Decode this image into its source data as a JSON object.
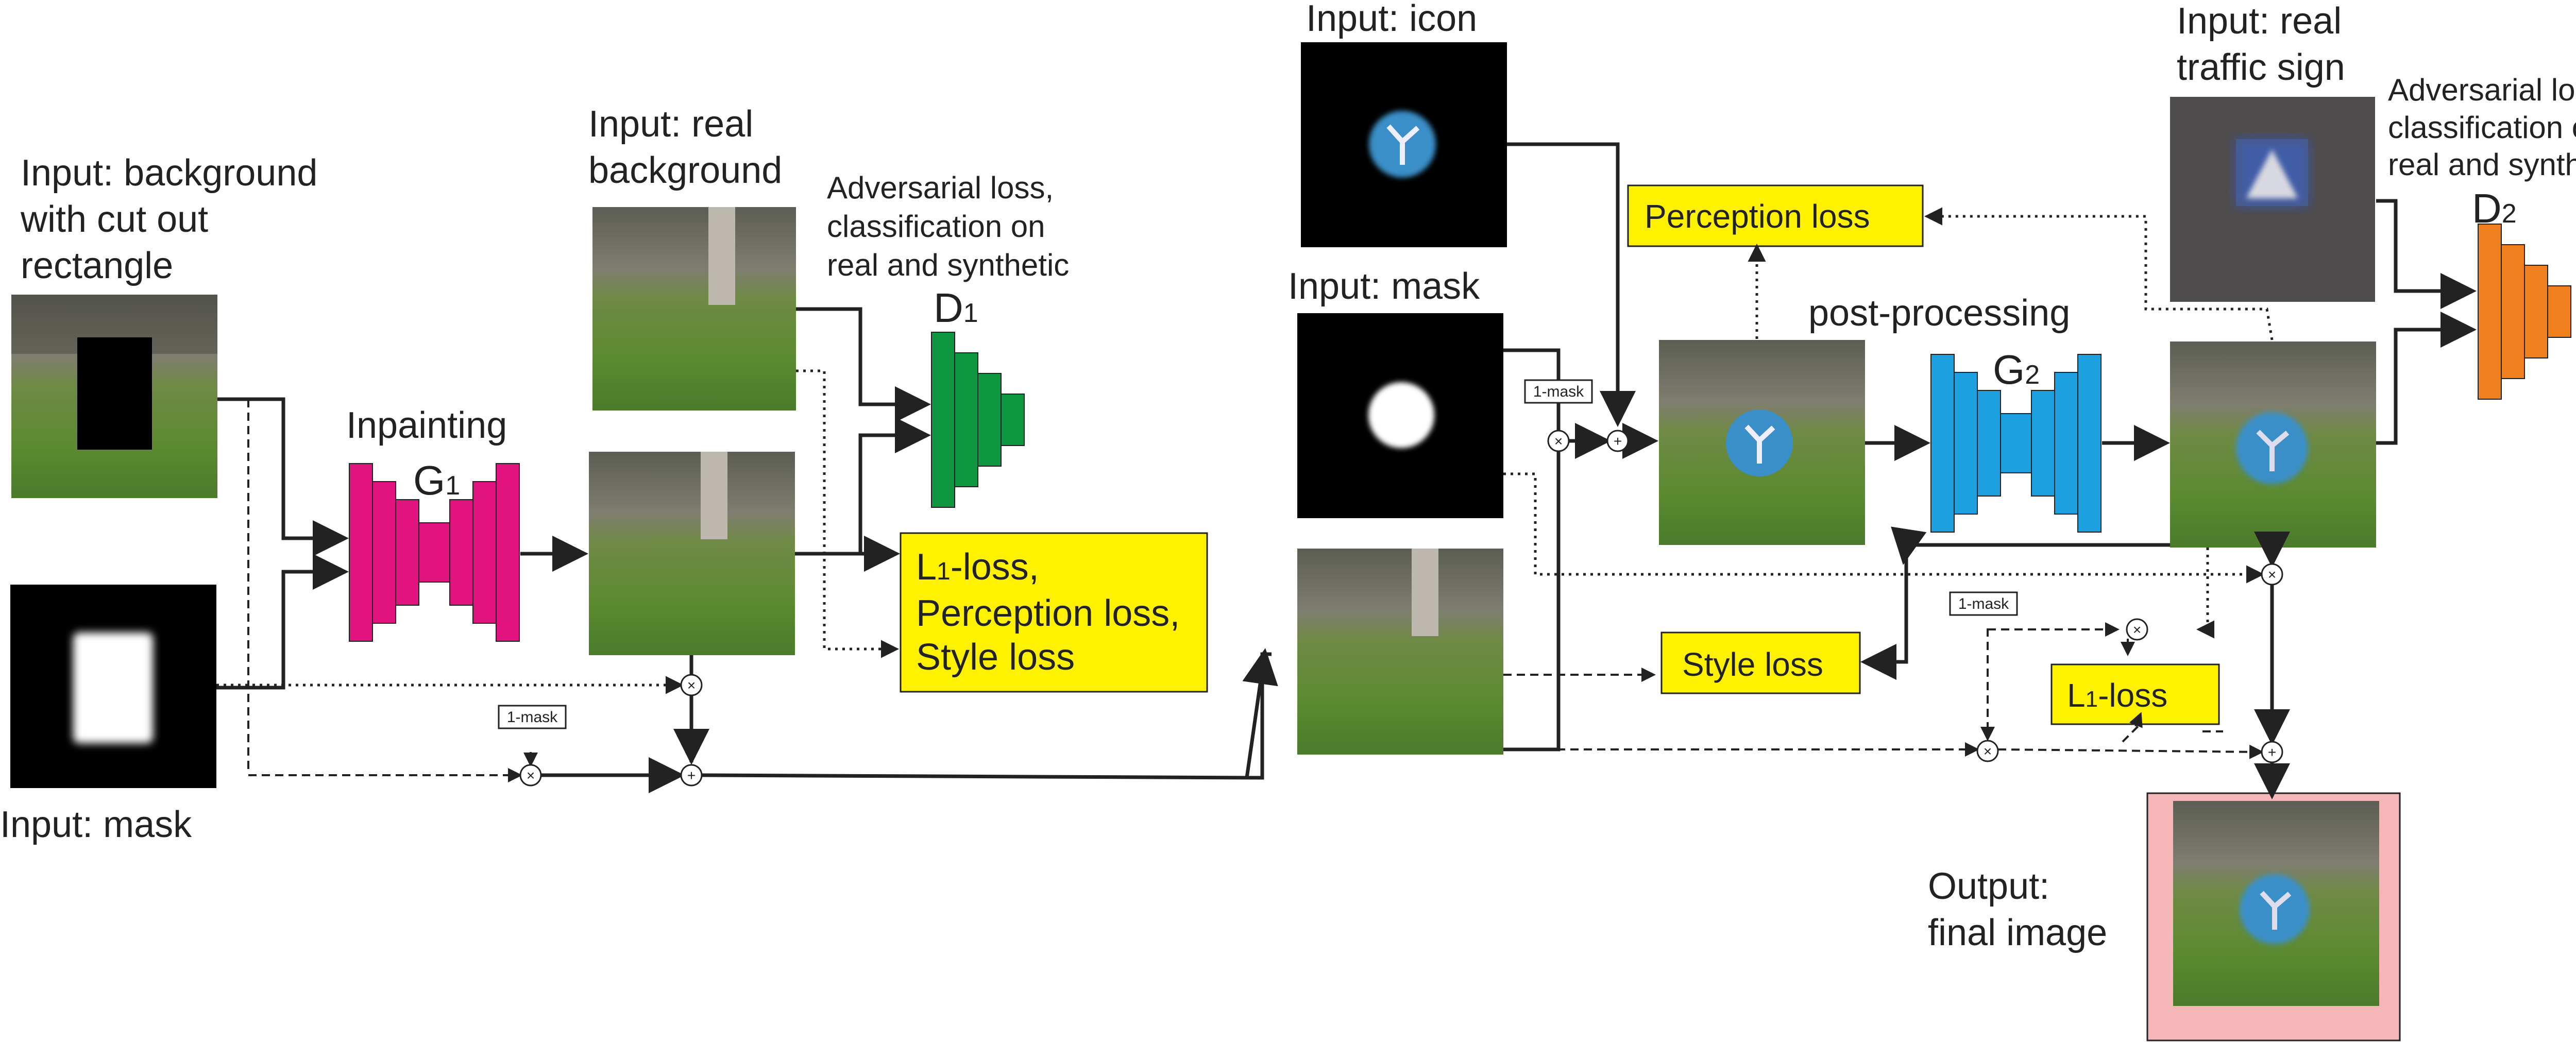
{
  "labels": {
    "input_background": [
      "Input: background",
      "with cut out",
      "rectangle"
    ],
    "input_mask_left": "Input: mask",
    "inpainting": "Inpainting",
    "input_real_background": [
      "Input: real",
      "background"
    ],
    "adv_loss_1": [
      "Adversarial loss,",
      "classification on",
      "real and synthetic"
    ],
    "input_icon": "Input: icon",
    "input_mask_mid": "Input: mask",
    "post_processing": "post-processing",
    "input_real_sign": [
      "Input: real",
      "traffic sign"
    ],
    "adv_loss_2": [
      "Adversarial loss,",
      "classification on",
      "real and synthetic"
    ],
    "output": [
      "Output:",
      "final image"
    ],
    "one_minus_mask": "1-mask",
    "op_mul": "×",
    "op_add": "+"
  },
  "networks": {
    "g1": {
      "main": "G",
      "sub": "1"
    },
    "g2": {
      "main": "G",
      "sub": "2"
    },
    "d1": {
      "main": "D",
      "sub": "1"
    },
    "d2": {
      "main": "D",
      "sub": "2"
    }
  },
  "losses": {
    "l1_perc_style": [
      {
        "main": "L",
        "sub": "1",
        "rest": "-loss,"
      },
      {
        "main": "Perception loss,"
      },
      {
        "main": "Style loss"
      }
    ],
    "perception": "Perception loss",
    "style": "Style loss",
    "l1": {
      "main": "L",
      "sub": "1",
      "rest": "-loss"
    }
  },
  "colors": {
    "g1": "#e0137f",
    "g2": "#1da0e0",
    "d1": "#0e9640",
    "d2": "#f07f1e",
    "loss_box": "#fff200",
    "output_frame": "#f4b6b6",
    "line": "#222222"
  }
}
